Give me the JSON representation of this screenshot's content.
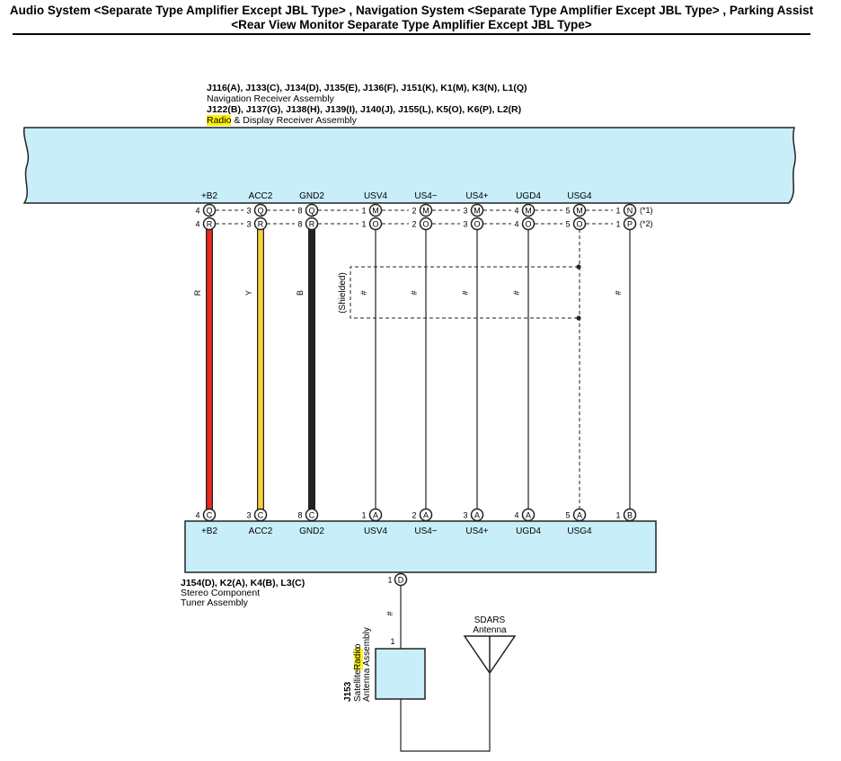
{
  "title": {
    "line1": "Audio System <Separate Type Amplifier Except JBL Type> , Navigation System <Separate Type Amplifier Except JBL Type> , Parking Assist",
    "line2": "<Rear View Monitor Separate Type Amplifier Except JBL Type>"
  },
  "top_assembly": {
    "codes1": "J116(A), J133(C), J134(D), J135(E), J136(F), J151(K), K1(M), K3(N), L1(Q)",
    "name1": "Navigation Receiver Assembly",
    "codes2": "J122(B), J137(G), J138(H), J139(I), J140(J), J155(L), K5(O), K6(P), L2(R)",
    "name2_highlight": "Radio",
    "name2_rest": " & Display Receiver Assembly"
  },
  "tuner": {
    "codes": "J154(D), K2(A), K4(B), L3(C)",
    "name_line1": "Stereo Component",
    "name_line2": "Tuner Assembly"
  },
  "antenna_module": {
    "code": "J153",
    "name_highlight": "Radio",
    "name_pre": "Satellite ",
    "name_line2": "Antenna Assembly",
    "pin": "1"
  },
  "sdars": {
    "line1": "SDARS",
    "line2": "Antenna"
  },
  "tuner_top_pin": {
    "num": "1",
    "letter": "D"
  },
  "notes": {
    "n1": "(*1)",
    "n2": "(*2)"
  },
  "shield_label": "(Shielded)",
  "twisted_mark": "#",
  "colors": {
    "assembly_fill": "#c8eef9",
    "red": "#e8281e",
    "yellow": "#f7d23a",
    "black": "#222222"
  },
  "wires": [
    {
      "signal": "+B2",
      "color_code": "R",
      "color": "#e8281e",
      "top_pin1_num": "4",
      "top_pin1_letter": "Q",
      "top_pin2_num": "4",
      "top_pin2_letter": "R",
      "bot_pin_num": "4",
      "bot_pin_letter": "C",
      "bot_label": "+B2"
    },
    {
      "signal": "ACC2",
      "color_code": "Y",
      "color": "#f7d23a",
      "top_pin1_num": "3",
      "top_pin1_letter": "Q",
      "top_pin2_num": "3",
      "top_pin2_letter": "R",
      "bot_pin_num": "3",
      "bot_pin_letter": "C",
      "bot_label": "ACC2"
    },
    {
      "signal": "GND2",
      "color_code": "B",
      "color": "#222222",
      "top_pin1_num": "8",
      "top_pin1_letter": "Q",
      "top_pin2_num": "8",
      "top_pin2_letter": "R",
      "bot_pin_num": "8",
      "bot_pin_letter": "C",
      "bot_label": "GND2"
    },
    {
      "signal": "USV4",
      "color_code": "#",
      "color": "",
      "top_pin1_num": "1",
      "top_pin1_letter": "M",
      "top_pin2_num": "1",
      "top_pin2_letter": "O",
      "bot_pin_num": "1",
      "bot_pin_letter": "A",
      "bot_label": "USV4"
    },
    {
      "signal": "US4−",
      "color_code": "#",
      "color": "",
      "top_pin1_num": "2",
      "top_pin1_letter": "M",
      "top_pin2_num": "2",
      "top_pin2_letter": "O",
      "bot_pin_num": "2",
      "bot_pin_letter": "A",
      "bot_label": "US4−"
    },
    {
      "signal": "US4+",
      "color_code": "#",
      "color": "",
      "top_pin1_num": "3",
      "top_pin1_letter": "M",
      "top_pin2_num": "3",
      "top_pin2_letter": "O",
      "bot_pin_num": "3",
      "bot_pin_letter": "A",
      "bot_label": "US4+"
    },
    {
      "signal": "UGD4",
      "color_code": "#",
      "color": "",
      "top_pin1_num": "4",
      "top_pin1_letter": "M",
      "top_pin2_num": "4",
      "top_pin2_letter": "O",
      "bot_pin_num": "4",
      "bot_pin_letter": "A",
      "bot_label": "UGD4"
    },
    {
      "signal": "USG4",
      "color_code": "",
      "color": "",
      "top_pin1_num": "5",
      "top_pin1_letter": "M",
      "top_pin2_num": "5",
      "top_pin2_letter": "O",
      "bot_pin_num": "5",
      "bot_pin_letter": "A",
      "bot_label": "USG4"
    },
    {
      "signal": "",
      "color_code": "#",
      "color": "",
      "top_pin1_num": "1",
      "top_pin1_letter": "N",
      "top_pin2_num": "1",
      "top_pin2_letter": "P",
      "bot_pin_num": "1",
      "bot_pin_letter": "B",
      "bot_label": ""
    }
  ]
}
